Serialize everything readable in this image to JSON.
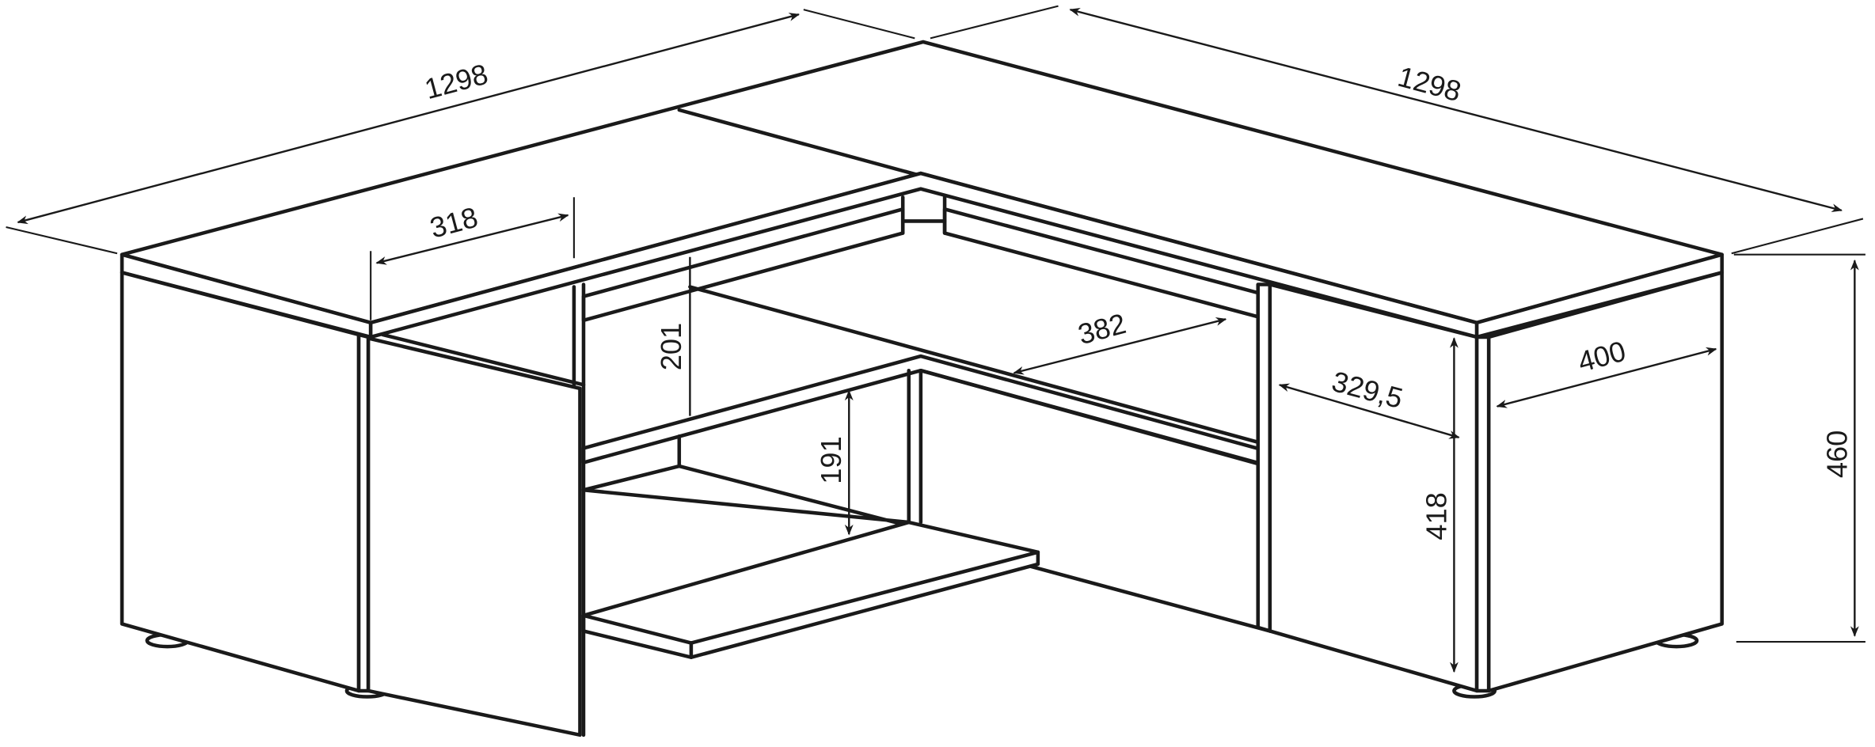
{
  "drawing": {
    "colors": {
      "line": "#1a1a1a",
      "background": "#ffffff"
    },
    "dimensions": {
      "top_left_length": "1298",
      "top_right_length": "1298",
      "door_width": "318",
      "upper_opening_height": "201",
      "shelf_depth": "382",
      "lower_opening_height": "191",
      "inner_depth": "329,5",
      "cabinet_depth": "400",
      "inner_height": "418",
      "total_height": "460"
    }
  }
}
